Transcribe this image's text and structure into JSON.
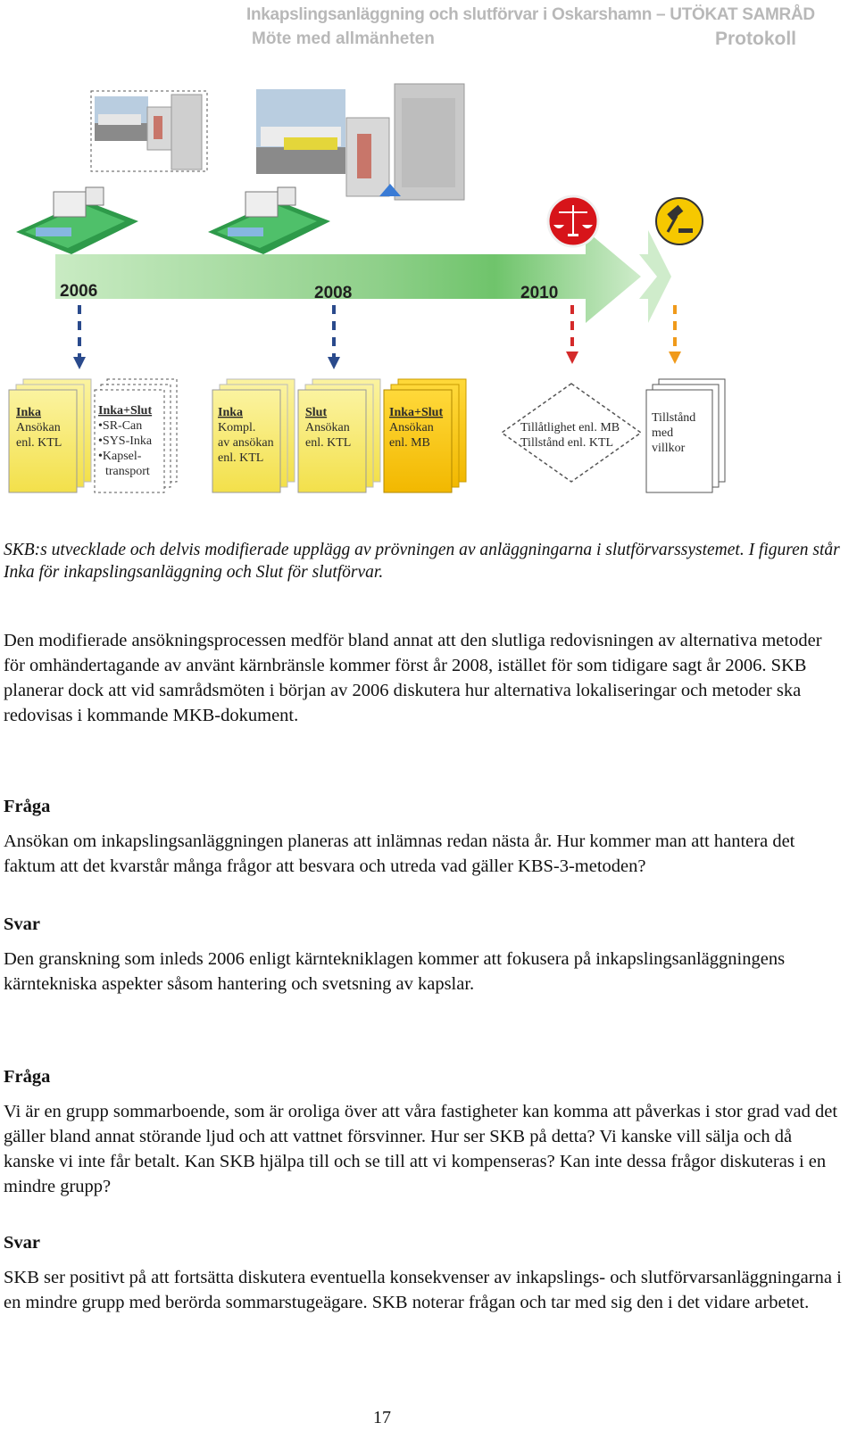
{
  "header": {
    "title": "Inkapslingsanläggning och slutförvar i Oskarshamn – UTÖKAT SAMRÅD",
    "subtitle": "Möte med allmänheten",
    "doc_type": "Protokoll"
  },
  "figure": {
    "years": [
      "2006",
      "2008",
      "2010"
    ],
    "docs": [
      {
        "title": "Inka",
        "lines": [
          "Ansökan",
          "enl. KTL"
        ]
      },
      {
        "title": "Inka+Slut",
        "lines": [
          "•SR-Can",
          "•SYS-Inka",
          "•Kapsel-",
          "transport"
        ]
      },
      {
        "title": "Inka",
        "lines": [
          "Kompl.",
          "av ansökan",
          "enl. KTL"
        ]
      },
      {
        "title": "Slut",
        "lines": [
          "Ansökan",
          "enl. KTL"
        ]
      },
      {
        "title": "Inka+Slut",
        "lines": [
          "Ansökan",
          "enl. MB"
        ]
      }
    ],
    "decision": [
      "Tillåtlighet enl. MB",
      "Tillstånd enl. KTL"
    ],
    "permit": [
      "Tillstånd",
      "med",
      "villkor"
    ],
    "colors": {
      "arrow": "#7fc97f",
      "doc_yellow": "#f6e85c",
      "doc_gold": "#f5c400",
      "dashed_blue": "#2a4a8c",
      "dashed_red": "#d42a2a",
      "dashed_orange": "#f09a1a"
    }
  },
  "caption": "SKB:s utvecklade och delvis modifierade upplägg av prövningen av anläggningarna i slutförvarssystemet. I figuren står Inka för inkapslingsanläggning och Slut för slutförvar.",
  "paragraph1": "Den modifierade ansökningsprocessen medför bland annat att den slutliga redovisningen av alternativa metoder för omhändertagande av använt kärnbränsle kommer först år 2008, istället för som tidigare sagt år 2006. SKB planerar dock att vid samrådsmöten i början av 2006 diskutera hur alternativa lokaliseringar och metoder ska redovisas i kommande MKB-dokument.",
  "qa": [
    {
      "q_label": "Fråga",
      "q_text": "Ansökan om inkapslingsanläggningen planeras att inlämnas redan nästa år. Hur kommer man att hantera det faktum att det kvarstår många frågor att besvara och utreda vad gäller KBS-3-metoden?",
      "a_label": "Svar",
      "a_text": "Den granskning som inleds 2006 enligt kärntekniklagen kommer att fokusera på inkapslingsanläggningens kärntekniska aspekter såsom hantering och svetsning av kapslar."
    },
    {
      "q_label": "Fråga",
      "q_text": "Vi är en grupp sommarboende, som är oroliga över att våra fastigheter kan komma att påverkas i stor grad vad det gäller bland annat störande ljud och att vattnet försvinner. Hur ser SKB på detta? Vi kanske vill sälja och då kanske vi inte får betalt. Kan SKB hjälpa till och se till att vi kompenseras? Kan inte dessa frågor diskuteras i en mindre grupp?",
      "a_label": "Svar",
      "a_text": "SKB ser positivt på att fortsätta diskutera eventuella konsekvenser av inkapslings- och slutförvarsanläggningarna i en mindre grupp med berörda sommarstugeägare. SKB noterar frågan och tar med sig den i det vidare arbetet."
    }
  ],
  "page_number": "17"
}
